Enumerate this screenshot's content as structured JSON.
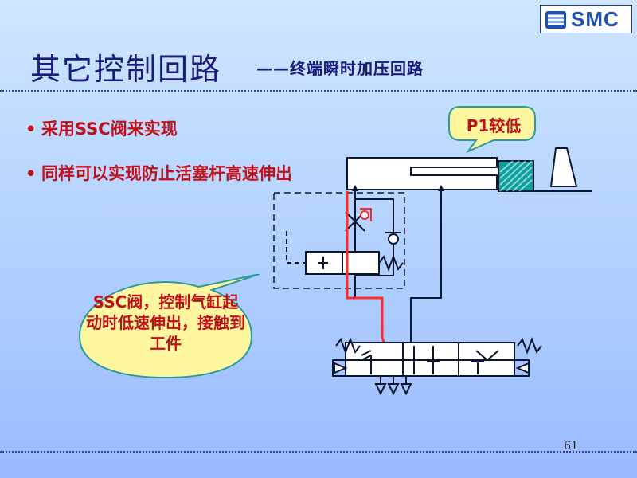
{
  "header": {
    "title": "其它控制回路",
    "subtitle": "——终端瞬时加压回路",
    "logo_text": "SMC"
  },
  "bullets": [
    {
      "text": "采用SSC阀来实现"
    },
    {
      "text": "同样可以实现防止活塞杆高速伸出"
    }
  ],
  "callouts": {
    "ssc": {
      "text": "SSC阀，控制气缸起动时低速伸出，接触到工件"
    },
    "p1": {
      "text": "P1较低"
    }
  },
  "footer": {
    "page_number": "61"
  },
  "colors": {
    "title": "#1a1a7a",
    "accent_red": "#c0101a",
    "callout_fill": "#fff7a0",
    "callout_border": "#2a9b9b",
    "schematic_line": "#0b1630",
    "flow_highlight": "#ff2a2a",
    "cylinder_body": "#ffffff",
    "hatch": "#0aa0a0"
  }
}
